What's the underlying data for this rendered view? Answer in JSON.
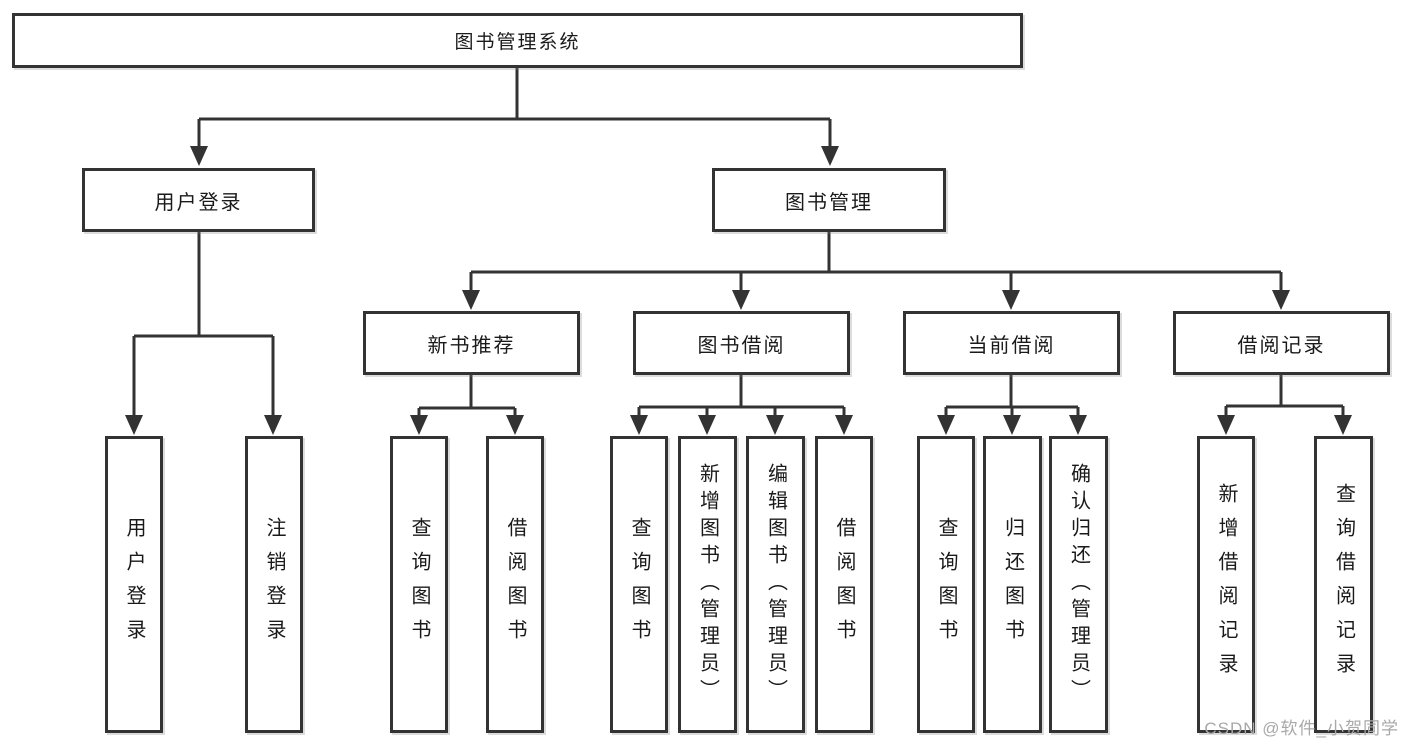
{
  "diagram": {
    "type": "hierarchy-tree",
    "root": {
      "label": "图书管理系统"
    },
    "branches": [
      {
        "label": "用户登录",
        "leaves": [
          {
            "label": "用户登录"
          },
          {
            "label": "注销登录"
          }
        ]
      },
      {
        "label": "图书管理",
        "groups": [
          {
            "label": "新书推荐",
            "leaves": [
              {
                "label": "查询图书"
              },
              {
                "label": "借阅图书"
              }
            ]
          },
          {
            "label": "图书借阅",
            "leaves": [
              {
                "label": "查询图书"
              },
              {
                "label": "新增图书（管理员）"
              },
              {
                "label": "编辑图书（管理员）"
              },
              {
                "label": "借阅图书"
              }
            ]
          },
          {
            "label": "当前借阅",
            "leaves": [
              {
                "label": "查询图书"
              },
              {
                "label": "归还图书"
              },
              {
                "label": "确认归还（管理员）"
              }
            ]
          },
          {
            "label": "借阅记录",
            "leaves": [
              {
                "label": "新增借阅记录"
              },
              {
                "label": "查询借阅记录"
              }
            ]
          }
        ]
      }
    ]
  },
  "watermark": {
    "text": "CSDN @软件_小贺同学"
  },
  "colors": {
    "line": "#333333",
    "text": "#1a1a1a",
    "box_background": "#ffffff",
    "page_background": "#ffffff",
    "watermark": "#a8a8a8"
  }
}
